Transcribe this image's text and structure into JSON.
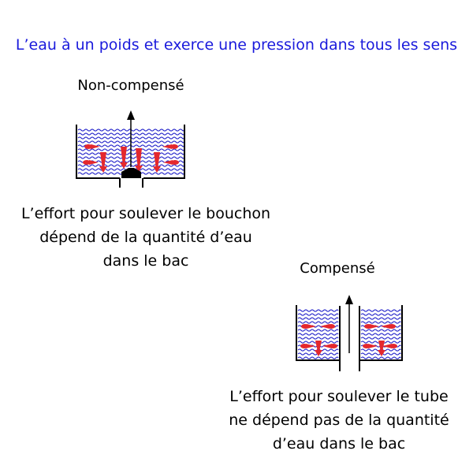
{
  "title": "L’eau à un poids et exerce une pression dans tous les sens",
  "left_diagram": {
    "label": "Non-compensé",
    "caption": [
      "L’effort pour soulever le bouchon",
      "dépend de la quantité d’eau",
      "dans le bac"
    ]
  },
  "right_diagram": {
    "label": "Compensé",
    "caption": [
      "L’effort pour soulever le tube",
      "ne dépend pas de la quantité",
      "d’eau dans le bac"
    ]
  },
  "colors": {
    "title": "#1a1adc",
    "water": "#1c1cc8",
    "pressure_arrow": "#e4282d",
    "outline": "#000000"
  }
}
